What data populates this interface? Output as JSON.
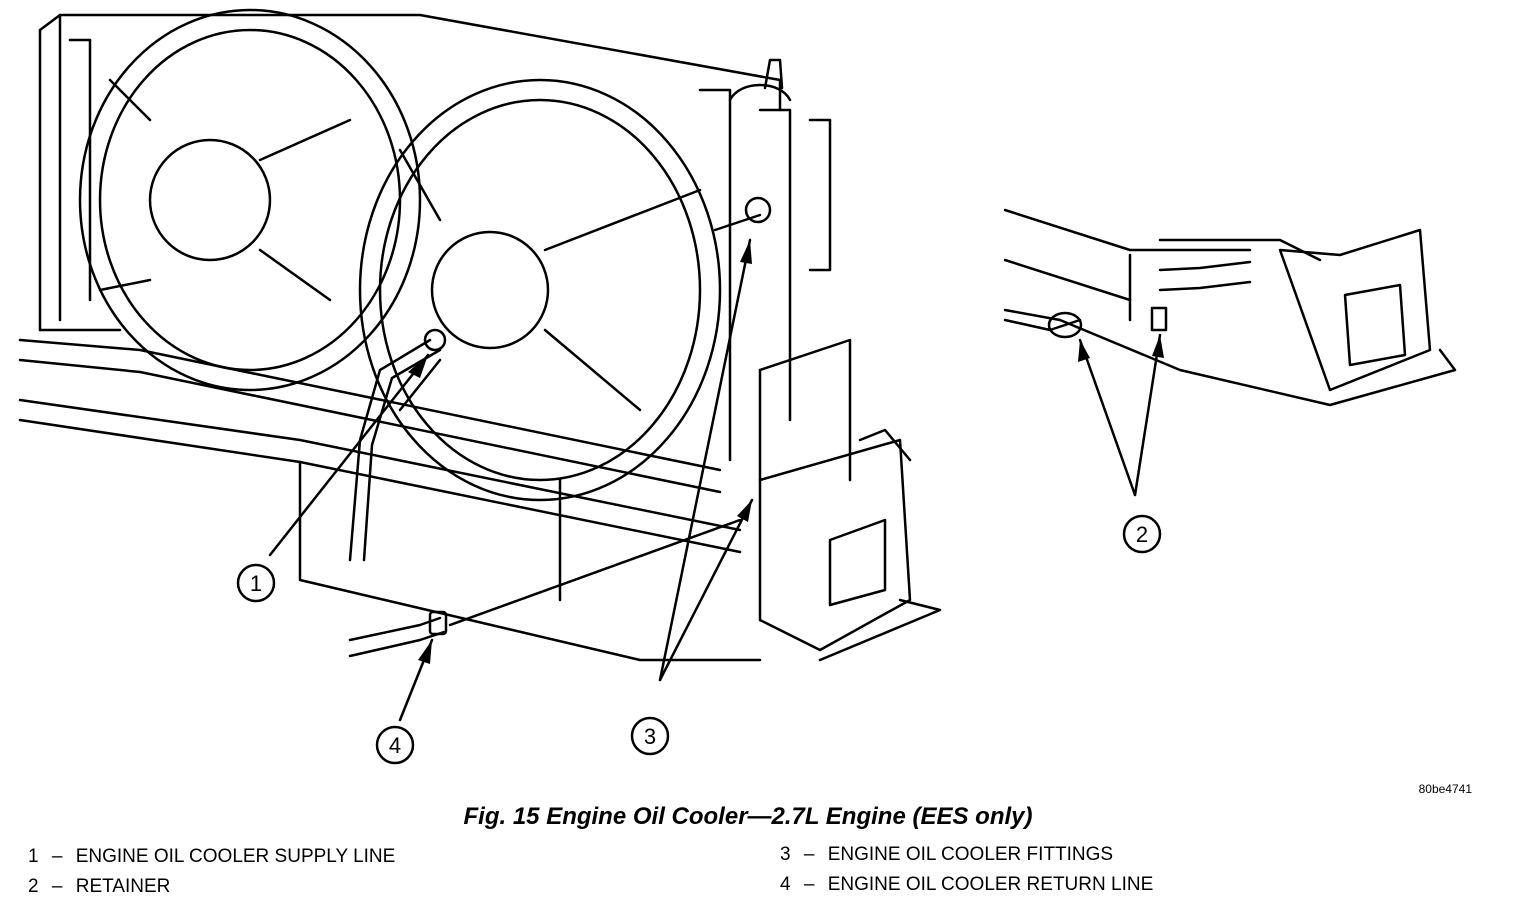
{
  "figure": {
    "caption": "Fig. 15 Engine Oil Cooler—2.7L Engine (EES only)",
    "reference_code": "80be4741",
    "callouts": [
      "1",
      "2",
      "3",
      "4"
    ]
  },
  "legend": [
    {
      "number": "1",
      "dash": "–",
      "text": "ENGINE OIL COOLER SUPPLY LINE"
    },
    {
      "number": "2",
      "dash": "–",
      "text": "RETAINER"
    },
    {
      "number": "3",
      "dash": "–",
      "text": "ENGINE OIL COOLER FITTINGS"
    },
    {
      "number": "4",
      "dash": "–",
      "text": "ENGINE OIL COOLER RETURN LINE"
    }
  ]
}
